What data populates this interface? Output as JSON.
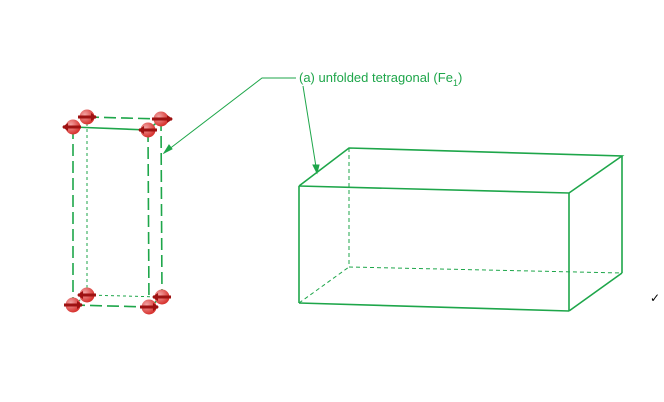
{
  "annotation": {
    "label_main": "(a) unfolded tetragonal (Fe",
    "label_sub": "1",
    "label_close": ")"
  },
  "marks": {
    "checkmark": "✓"
  },
  "colors": {
    "edge": "#1ea64a",
    "atom": "#d7332f",
    "atom_highlight": "#f2a4a4",
    "spin_arrow": "#9e1212",
    "text": "#1ea64a",
    "check": "#000000"
  },
  "icons": {
    "small_cell": "tetragonal-unit-cell-with-spins",
    "large_cell": "unfolded-tetragonal-box",
    "spin": "spin-arrow-icon"
  }
}
